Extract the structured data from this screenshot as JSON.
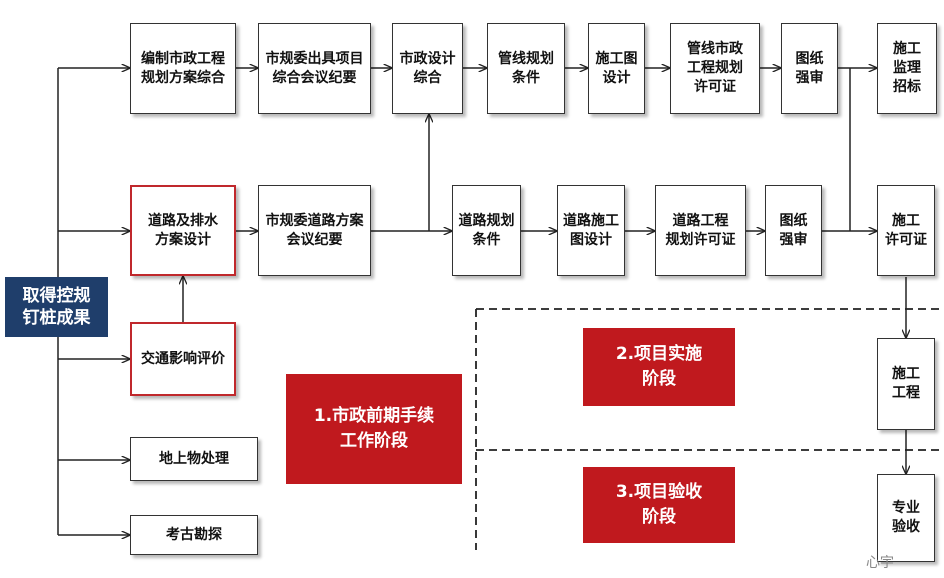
{
  "start": {
    "label": "取得控规\n钉桩成果",
    "color": "#1f3e6b"
  },
  "row1": [
    {
      "id": "r1-1",
      "label": "编制市政工程\n规划方案综合"
    },
    {
      "id": "r1-2",
      "label": "市规委出具项目\n综合会议纪要"
    },
    {
      "id": "r1-3",
      "label": "市政设计\n综合"
    },
    {
      "id": "r1-4",
      "label": "管线规划\n条件"
    },
    {
      "id": "r1-5",
      "label": "施工图\n设计"
    },
    {
      "id": "r1-6",
      "label": "管线市政\n工程规划\n许可证"
    },
    {
      "id": "r1-7",
      "label": "图纸\n强审"
    },
    {
      "id": "r1-8",
      "label": "施工\n监理\n招标"
    }
  ],
  "row2": [
    {
      "id": "r2-1",
      "label": "道路及排水\n方案设计",
      "highlight": true
    },
    {
      "id": "r2-2",
      "label": "市规委道路方案\n会议纪要"
    },
    {
      "id": "r2-3",
      "label": "道路规划\n条件"
    },
    {
      "id": "r2-4",
      "label": "道路施工\n图设计"
    },
    {
      "id": "r2-5",
      "label": "道路工程\n规划许可证"
    },
    {
      "id": "r2-6",
      "label": "图纸\n强审"
    },
    {
      "id": "r2-7",
      "label": "施工\n许可证"
    }
  ],
  "left_column": [
    {
      "id": "traffic",
      "label": "交通影响评价",
      "highlight": true
    },
    {
      "id": "ground",
      "label": "地上物处理"
    },
    {
      "id": "archaeology",
      "label": "考古勘探"
    }
  ],
  "right_column": [
    {
      "id": "construction",
      "label": "施工\n工程"
    },
    {
      "id": "acceptance",
      "label": "专业\n验收"
    }
  ],
  "phases": [
    {
      "id": "phase1",
      "label": "1.市政前期手续\n工作阶段"
    },
    {
      "id": "phase2",
      "label": "2.项目实施\n阶段"
    },
    {
      "id": "phase3",
      "label": "3.项目验收\n阶段"
    }
  ],
  "colors": {
    "phase_red": "#c0191e",
    "box_border": "#333333",
    "highlight_border": "#c0282c"
  },
  "watermark": "心宇"
}
